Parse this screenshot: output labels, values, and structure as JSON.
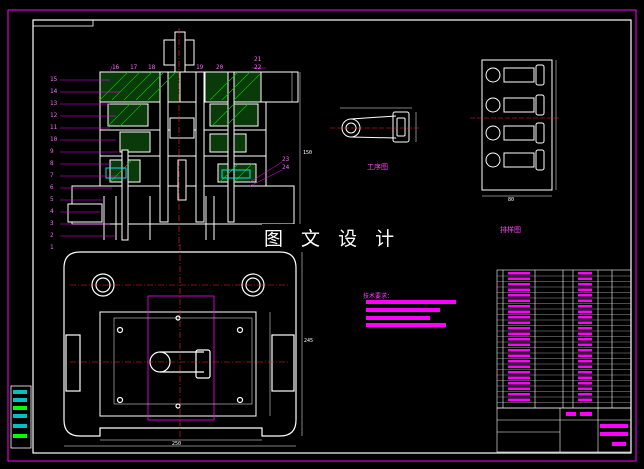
{
  "watermark": "图 文 设 计",
  "views": {
    "workpiece_caption": "工序图",
    "layout_caption": "排样图",
    "tech_requirements_title": "技术要求："
  },
  "dimensions": {
    "die_width": "250",
    "die_height_side": "245",
    "layout_width": "80",
    "inner_height": "150"
  },
  "part_numbers_left": [
    "15",
    "14",
    "13",
    "12",
    "11",
    "10",
    "9",
    "8",
    "7",
    "6",
    "5",
    "4",
    "3",
    "2",
    "1"
  ],
  "part_numbers_top": [
    "16",
    "17",
    "18",
    "19",
    "20",
    "21",
    "22"
  ],
  "part_numbers_right": [
    "23",
    "24"
  ],
  "colors": {
    "background": "#000000",
    "line": "#ffffff",
    "annotation": "#ff00ff",
    "center_line": "#ff2020",
    "hatch": "#00ff00",
    "table": "#ffffff"
  }
}
